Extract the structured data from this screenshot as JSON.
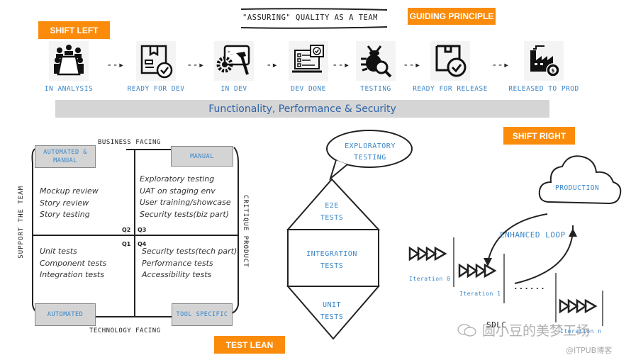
{
  "header": {
    "title": "\"ASSURING\" QUALITY AS A TEAM",
    "guiding_principle": "GUIDING PRINCIPLE",
    "shift_left": "SHIFT LEFT"
  },
  "workflow": {
    "steps": [
      {
        "label": "IN ANALYSIS",
        "icon": "meeting-table-icon"
      },
      {
        "label": "READY FOR DEV",
        "icon": "package-check-icon"
      },
      {
        "label": "IN DEV",
        "icon": "dev-gear-hammer-icon"
      },
      {
        "label": "DEV DONE",
        "icon": "checklist-laptop-icon"
      },
      {
        "label": "TESTING",
        "icon": "bug-search-icon"
      },
      {
        "label": "READY FOR RELEASE",
        "icon": "box-check-icon"
      },
      {
        "label": "RELEASED TO PROD",
        "icon": "factory-dollar-icon"
      }
    ],
    "band_label": "Functionality, Performance & Security"
  },
  "quadrants": {
    "top_label": "BUSINESS FACING",
    "bottom_label": "TECHNOLOGY FACING",
    "left_label": "SUPPORT THE TEAM",
    "right_label": "CRITIQUE PRODUCT",
    "corner_tl": "AUTOMATED & MANUAL",
    "corner_tr": "MANUAL",
    "corner_bl": "AUTOMATED",
    "corner_br": "TOOL SPECIFIC",
    "q2": {
      "label": "Q2",
      "items": [
        "Mockup review",
        "Story review",
        "Story testing"
      ]
    },
    "q3": {
      "label": "Q3",
      "items": [
        "Exploratory testing",
        "UAT on staging env",
        "User training/showcase",
        "Security tests(biz part)"
      ]
    },
    "q1": {
      "label": "Q1",
      "items": [
        "Unit tests",
        "Component tests",
        "Integration tests"
      ]
    },
    "q4": {
      "label": "Q4",
      "items": [
        "Security tests(tech part)",
        "Performance tests",
        "Accessibility tests"
      ]
    }
  },
  "test_lean": {
    "tag": "TEST LEAN",
    "bubble": "EXPLORATORY TESTING",
    "layers": [
      "E2E TESTS",
      "INTEGRATION TESTS",
      "UNIT TESTS"
    ]
  },
  "shift_right": {
    "tag": "SHIFT RIGHT",
    "cloud": "PRODUCTION",
    "loop_label": "ENHANCED LOOP",
    "iterations": [
      "Iteration 0",
      "Iteration 1",
      "Iteration n"
    ],
    "ellipsis": "......",
    "sdlc": "SDLC"
  },
  "watermark": {
    "line1": "圆小豆的美梦工场",
    "line2": "@ITPUB博客"
  },
  "colors": {
    "orange": "#fb8c0b",
    "hand_blue": "#3a86c8",
    "band_gray": "#d5d5d5",
    "band_text": "#2f63a8"
  }
}
